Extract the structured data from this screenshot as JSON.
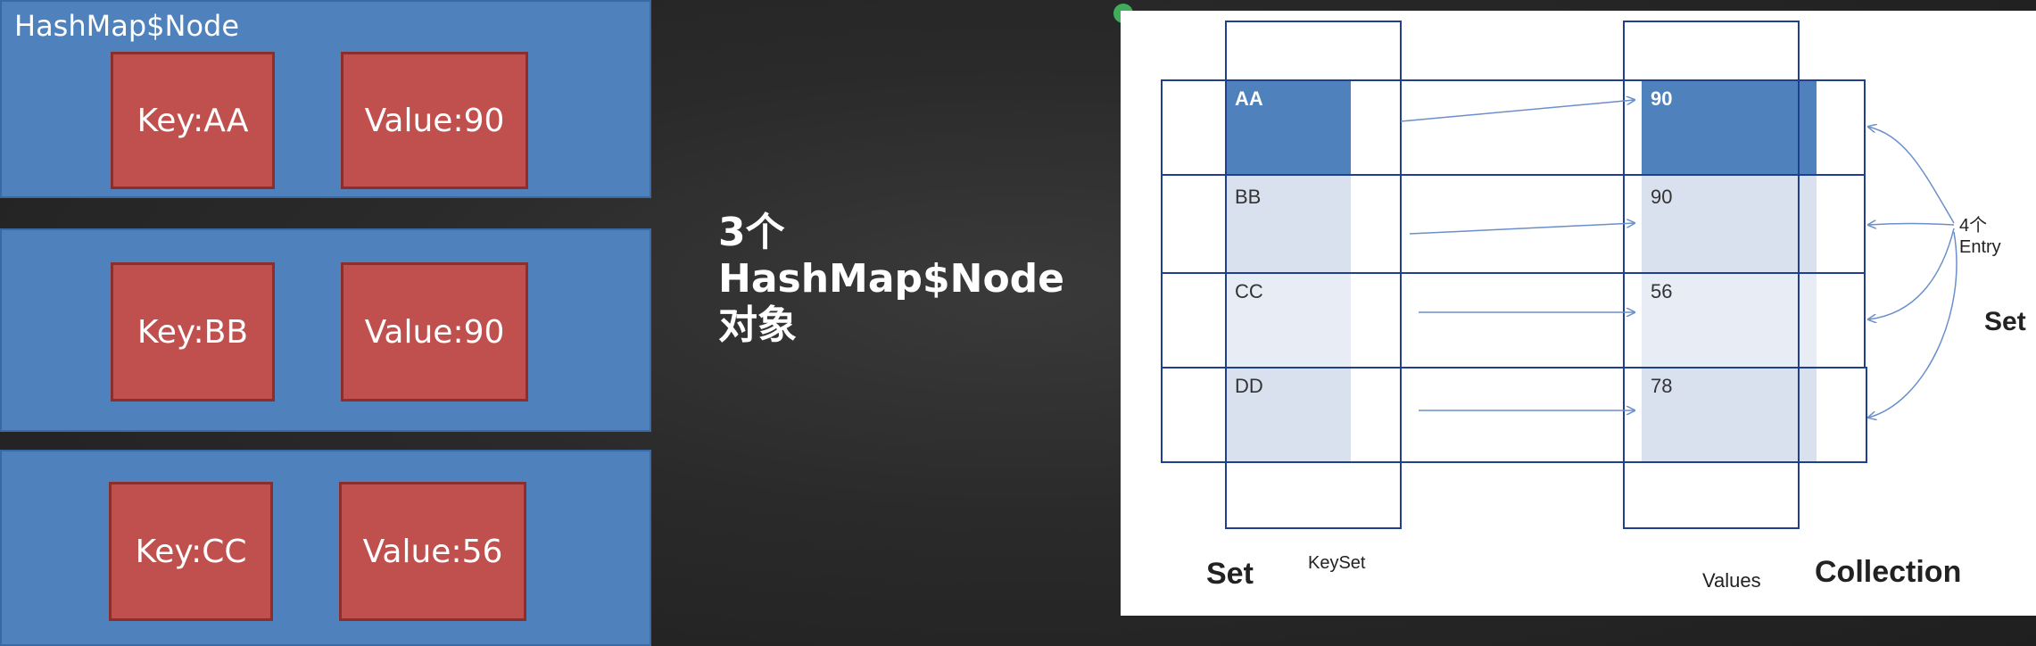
{
  "left": {
    "node_title": "HashMap$Node",
    "nodes": [
      {
        "key": "Key:AA",
        "value": "Value:90"
      },
      {
        "key": "Key:BB",
        "value": "Value:90"
      },
      {
        "key": "Key:CC",
        "value": "Value:56"
      }
    ]
  },
  "middle": {
    "line1": "3个",
    "line2": "HashMap$Node",
    "line3": "对象"
  },
  "diagram": {
    "keys": [
      "AA",
      "BB",
      "CC",
      "DD"
    ],
    "values": [
      "90",
      "90",
      "56",
      "78"
    ],
    "entry_label_1": "4个",
    "entry_label_2": "Entry",
    "entry_set_label": "Set",
    "keyset_set_label": "Set",
    "keyset_label": "KeySet",
    "values_label": "Values",
    "collection_label": "Collection"
  },
  "colors": {
    "node_blue": "#4f81bd",
    "box_red": "#c0504d",
    "line_blue": "#1f3f8f",
    "cell_dark": "#4f81bd",
    "cell_light": "#d9e1ee",
    "cell_lighter": "#e8edf5"
  }
}
